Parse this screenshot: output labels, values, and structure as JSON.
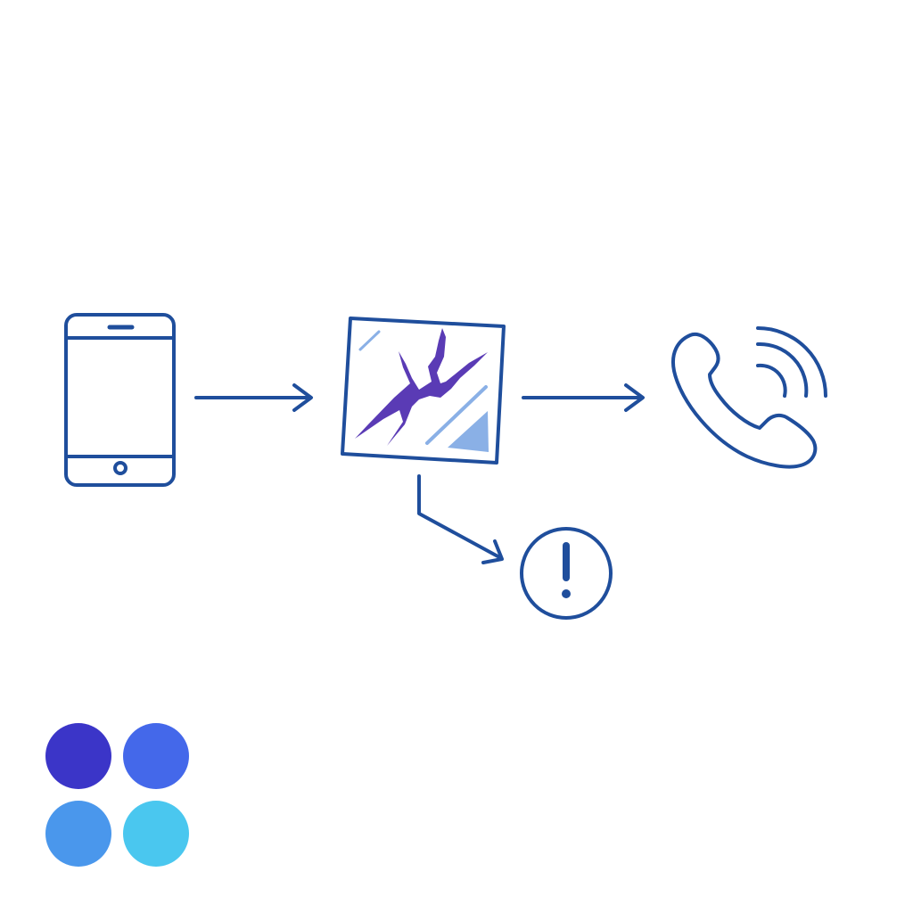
{
  "colors": {
    "line": "#1f4e9c",
    "crack": "#5a3bb5",
    "glare": "#8ab0e6",
    "background": "#ffffff"
  },
  "nodes": [
    {
      "id": "phone",
      "icon": "smartphone-icon"
    },
    {
      "id": "cracked-screen",
      "icon": "cracked-screen-icon"
    },
    {
      "id": "call",
      "icon": "phone-call-icon"
    },
    {
      "id": "alert",
      "icon": "exclamation-circle-icon"
    }
  ],
  "edges": [
    {
      "from": "phone",
      "to": "cracked-screen"
    },
    {
      "from": "cracked-screen",
      "to": "call"
    },
    {
      "from": "cracked-screen",
      "to": "alert"
    }
  ],
  "palette": [
    "#3b35c8",
    "#4468ea",
    "#4a97ec",
    "#4ac7ef"
  ]
}
